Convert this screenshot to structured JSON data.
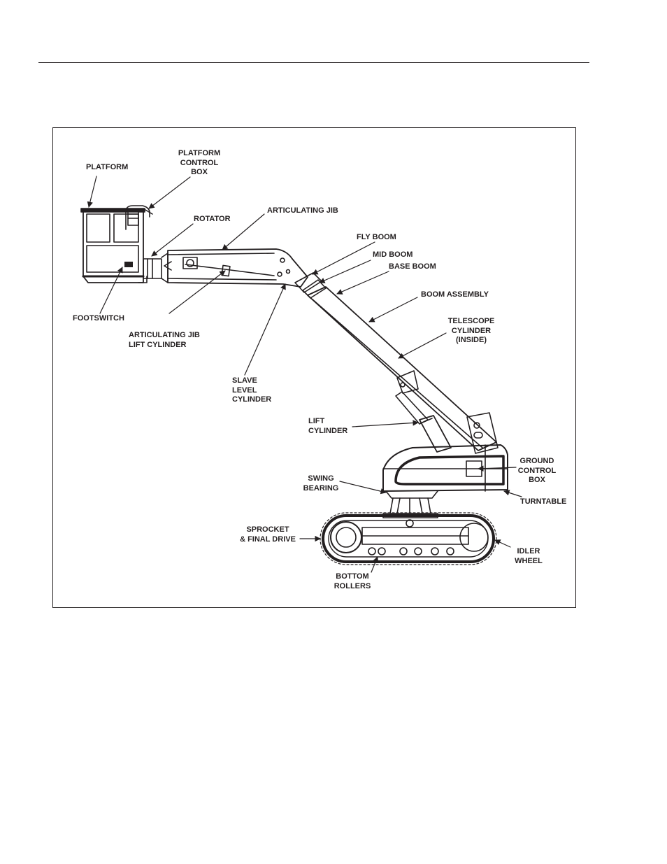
{
  "labels": {
    "platform": "PLATFORM",
    "platform_control_box": "PLATFORM\nCONTROL\nBOX",
    "rotator": "ROTATOR",
    "articulating_jib": "ARTICULATING JIB",
    "fly_boom": "FLY BOOM",
    "mid_boom": "MID BOOM",
    "base_boom": "BASE BOOM",
    "boom_assembly": "BOOM ASSEMBLY",
    "telescope_cylinder": "TELESCOPE\nCYLINDER\n(INSIDE)",
    "footswitch": "FOOTSWITCH",
    "jib_lift_cylinder": "ARTICULATING JIB\nLIFT CYLINDER",
    "slave_level_cylinder": "SLAVE\nLEVEL\nCYLINDER",
    "lift_cylinder": "LIFT\nCYLINDER",
    "ground_control_box": "GROUND\nCONTROL\nBOX",
    "swing_bearing": "SWING\nBEARING",
    "turntable": "TURNTABLE",
    "sprocket_final_drive": "SPROCKET\n& FINAL DRIVE",
    "idler_wheel": "IDLER\nWHEEL",
    "bottom_rollers": "BOTTOM\nROLLERS"
  },
  "colors": {
    "ink": "#231f20",
    "paper": "#ffffff"
  }
}
